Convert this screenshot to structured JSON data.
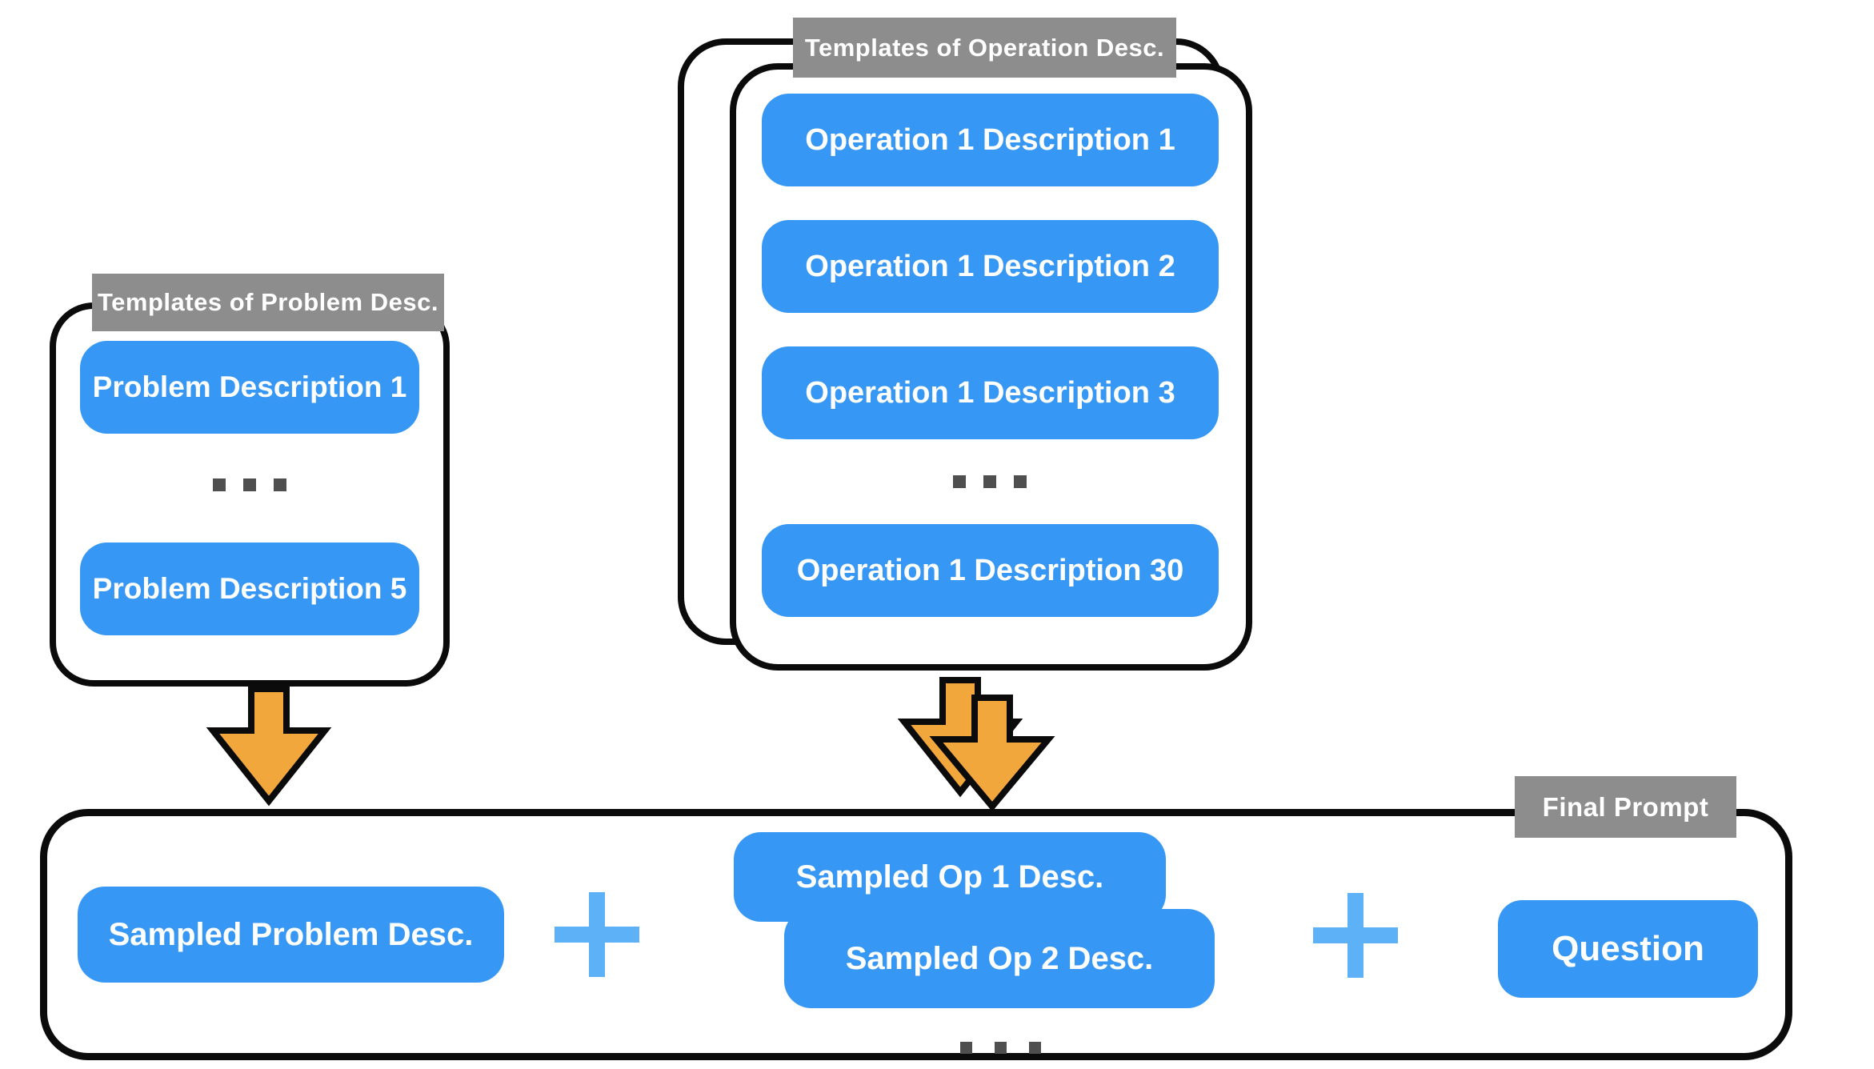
{
  "colors": {
    "blue": "#3797f4",
    "light-blue": "#5cb1f7",
    "gray": "#8d8d8d",
    "dots": "#4f4f4f",
    "orange": "#f2a73d",
    "ink": "#0b0b0b"
  },
  "problem_templates": {
    "label": "Templates of Problem Desc.",
    "boxes": [
      "Problem Description 1",
      "Problem Description 5"
    ],
    "ellipsis": "..."
  },
  "operation_templates": {
    "label": "Templates of Operation Desc.",
    "boxes": [
      "Operation 1 Description 1",
      "Operation 1 Description 2",
      "Operation 1 Description 3",
      "Operation 1 Description 30"
    ],
    "ellipsis": "..."
  },
  "final_prompt": {
    "label": "Final Prompt",
    "sampled_problem": "Sampled Problem Desc.",
    "sampled_op_1": "Sampled Op 1 Desc.",
    "sampled_op_2": "Sampled Op 2 Desc.",
    "question": "Question",
    "plus": "+",
    "ellipsis": "..."
  }
}
